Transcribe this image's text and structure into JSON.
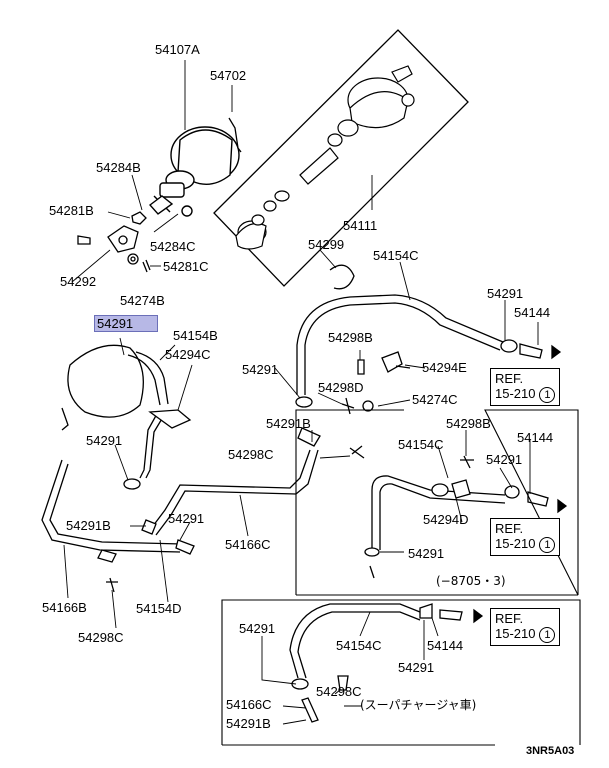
{
  "diagram": {
    "parts": {
      "p54107A": "54107A",
      "p54702": "54702",
      "p54284B": "54284B",
      "p54281B": "54281B",
      "p54284C": "54284C",
      "p54292": "54292",
      "p54281C": "54281C",
      "p54274B": "54274B",
      "p54111": "54111",
      "p54299": "54299",
      "p54154C_a": "54154C",
      "p54291_hl": "54291",
      "p54154B": "54154B",
      "p54294C": "54294C",
      "p54291_b": "54291",
      "p54298B_a": "54298B",
      "p54294E": "54294E",
      "p54291_c": "54291",
      "p54144_a": "54144",
      "p54298D": "54298D",
      "p54274C": "54274C",
      "p54291_d": "54291",
      "p54291B_a": "54291B",
      "p54298C_a": "54298C",
      "p54298B_b": "54298B",
      "p54154C_b": "54154C",
      "p54144_b": "54144",
      "p54291_e": "54291",
      "p54294D": "54294D",
      "p54291B_b": "54291B",
      "p54291_f": "54291",
      "p54166C_a": "54166C",
      "p54291_g": "54291",
      "p54166B": "54166B",
      "p54154D": "54154D",
      "p54298C_b": "54298C",
      "p54291_h": "54291",
      "p54154C_c": "54154C",
      "p54144_c": "54144",
      "p54291_i": "54291",
      "p54298C_c": "54298C",
      "p54166C_b": "54166C",
      "p54291B_c": "54291B"
    },
    "refs": {
      "r1_line1": "REF.",
      "r1_line2": "15-210",
      "r1_num": "1",
      "r2_line1": "REF.",
      "r2_line2": "15-210",
      "r2_num": "1",
      "r3_line1": "REF.",
      "r3_line2": "15-210",
      "r3_num": "1"
    },
    "notes": {
      "date_range": "(−8705・3)",
      "supercharger": "(スーパチャージャ車)"
    },
    "code": "3NR5A03",
    "highlight_color": "#b7b8e6"
  }
}
